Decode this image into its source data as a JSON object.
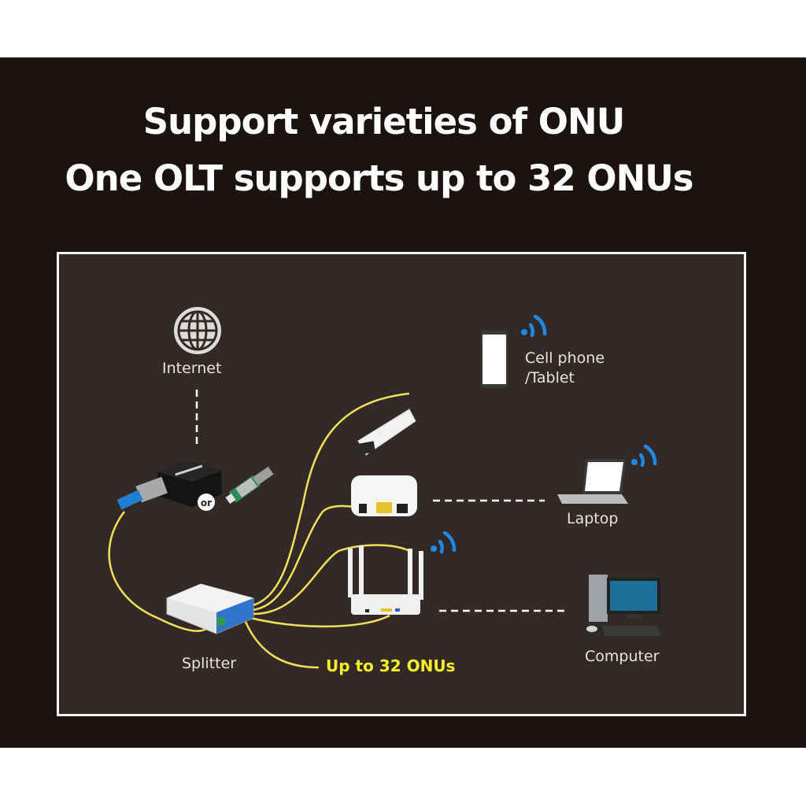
{
  "title": {
    "line1": "Support varieties of ONU",
    "line2": "One OLT supports up to 32 ONUs"
  },
  "diagram": {
    "nodes": {
      "internet": "Internet",
      "cell_phone": "Cell phone",
      "tablet": "/Tablet",
      "laptop": "Laptop",
      "computer": "Computer",
      "splitter": "Splitter",
      "onu_count": "Up to 32 ONUs",
      "or_badge": "or"
    },
    "icons": [
      "globe-icon",
      "olt-device-icon",
      "sfp-module-icon",
      "splitter-icon",
      "sfp-onu-stick-icon",
      "mini-onu-icon",
      "wifi-router-icon",
      "phone-icon",
      "laptop-icon",
      "computer-icon",
      "wifi-icon"
    ]
  },
  "colors": {
    "background": "#1c1311",
    "panel": "#332a28",
    "fiber": "#f1e15a",
    "wifi": "#1e88e5",
    "highlight_text": "#f6ee2b"
  }
}
